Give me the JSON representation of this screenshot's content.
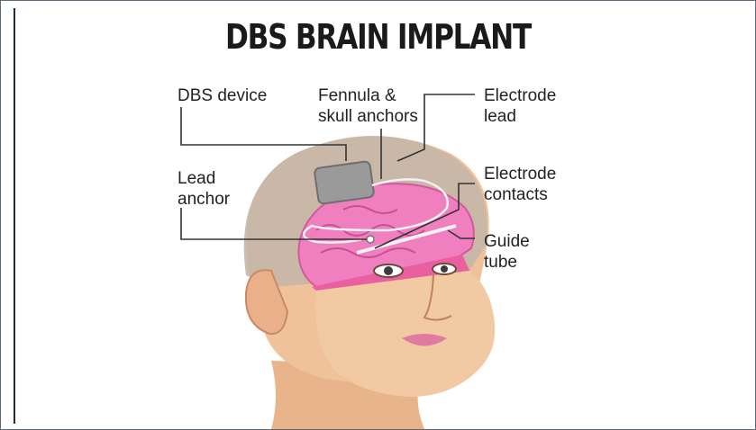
{
  "title": "DBS BRAIN IMPLANT",
  "labels": {
    "dbs_device": "DBS device",
    "fennula": "Fennula &\nskull anchors",
    "electrode_lead": "Electrode\nlead",
    "lead_anchor": "Lead\nanchor",
    "electrode_contacts": "Electrode\ncontacts",
    "guide_tube": "Guide\ntube"
  },
  "colors": {
    "skin": "#f1c9a3",
    "skin_shadow": "#d89a6f",
    "skull": "#c9beb3",
    "brain": "#f07fbf",
    "brain_edge": "#d25a9a",
    "device": "#9a9a9a",
    "leader_line": "#333333"
  }
}
